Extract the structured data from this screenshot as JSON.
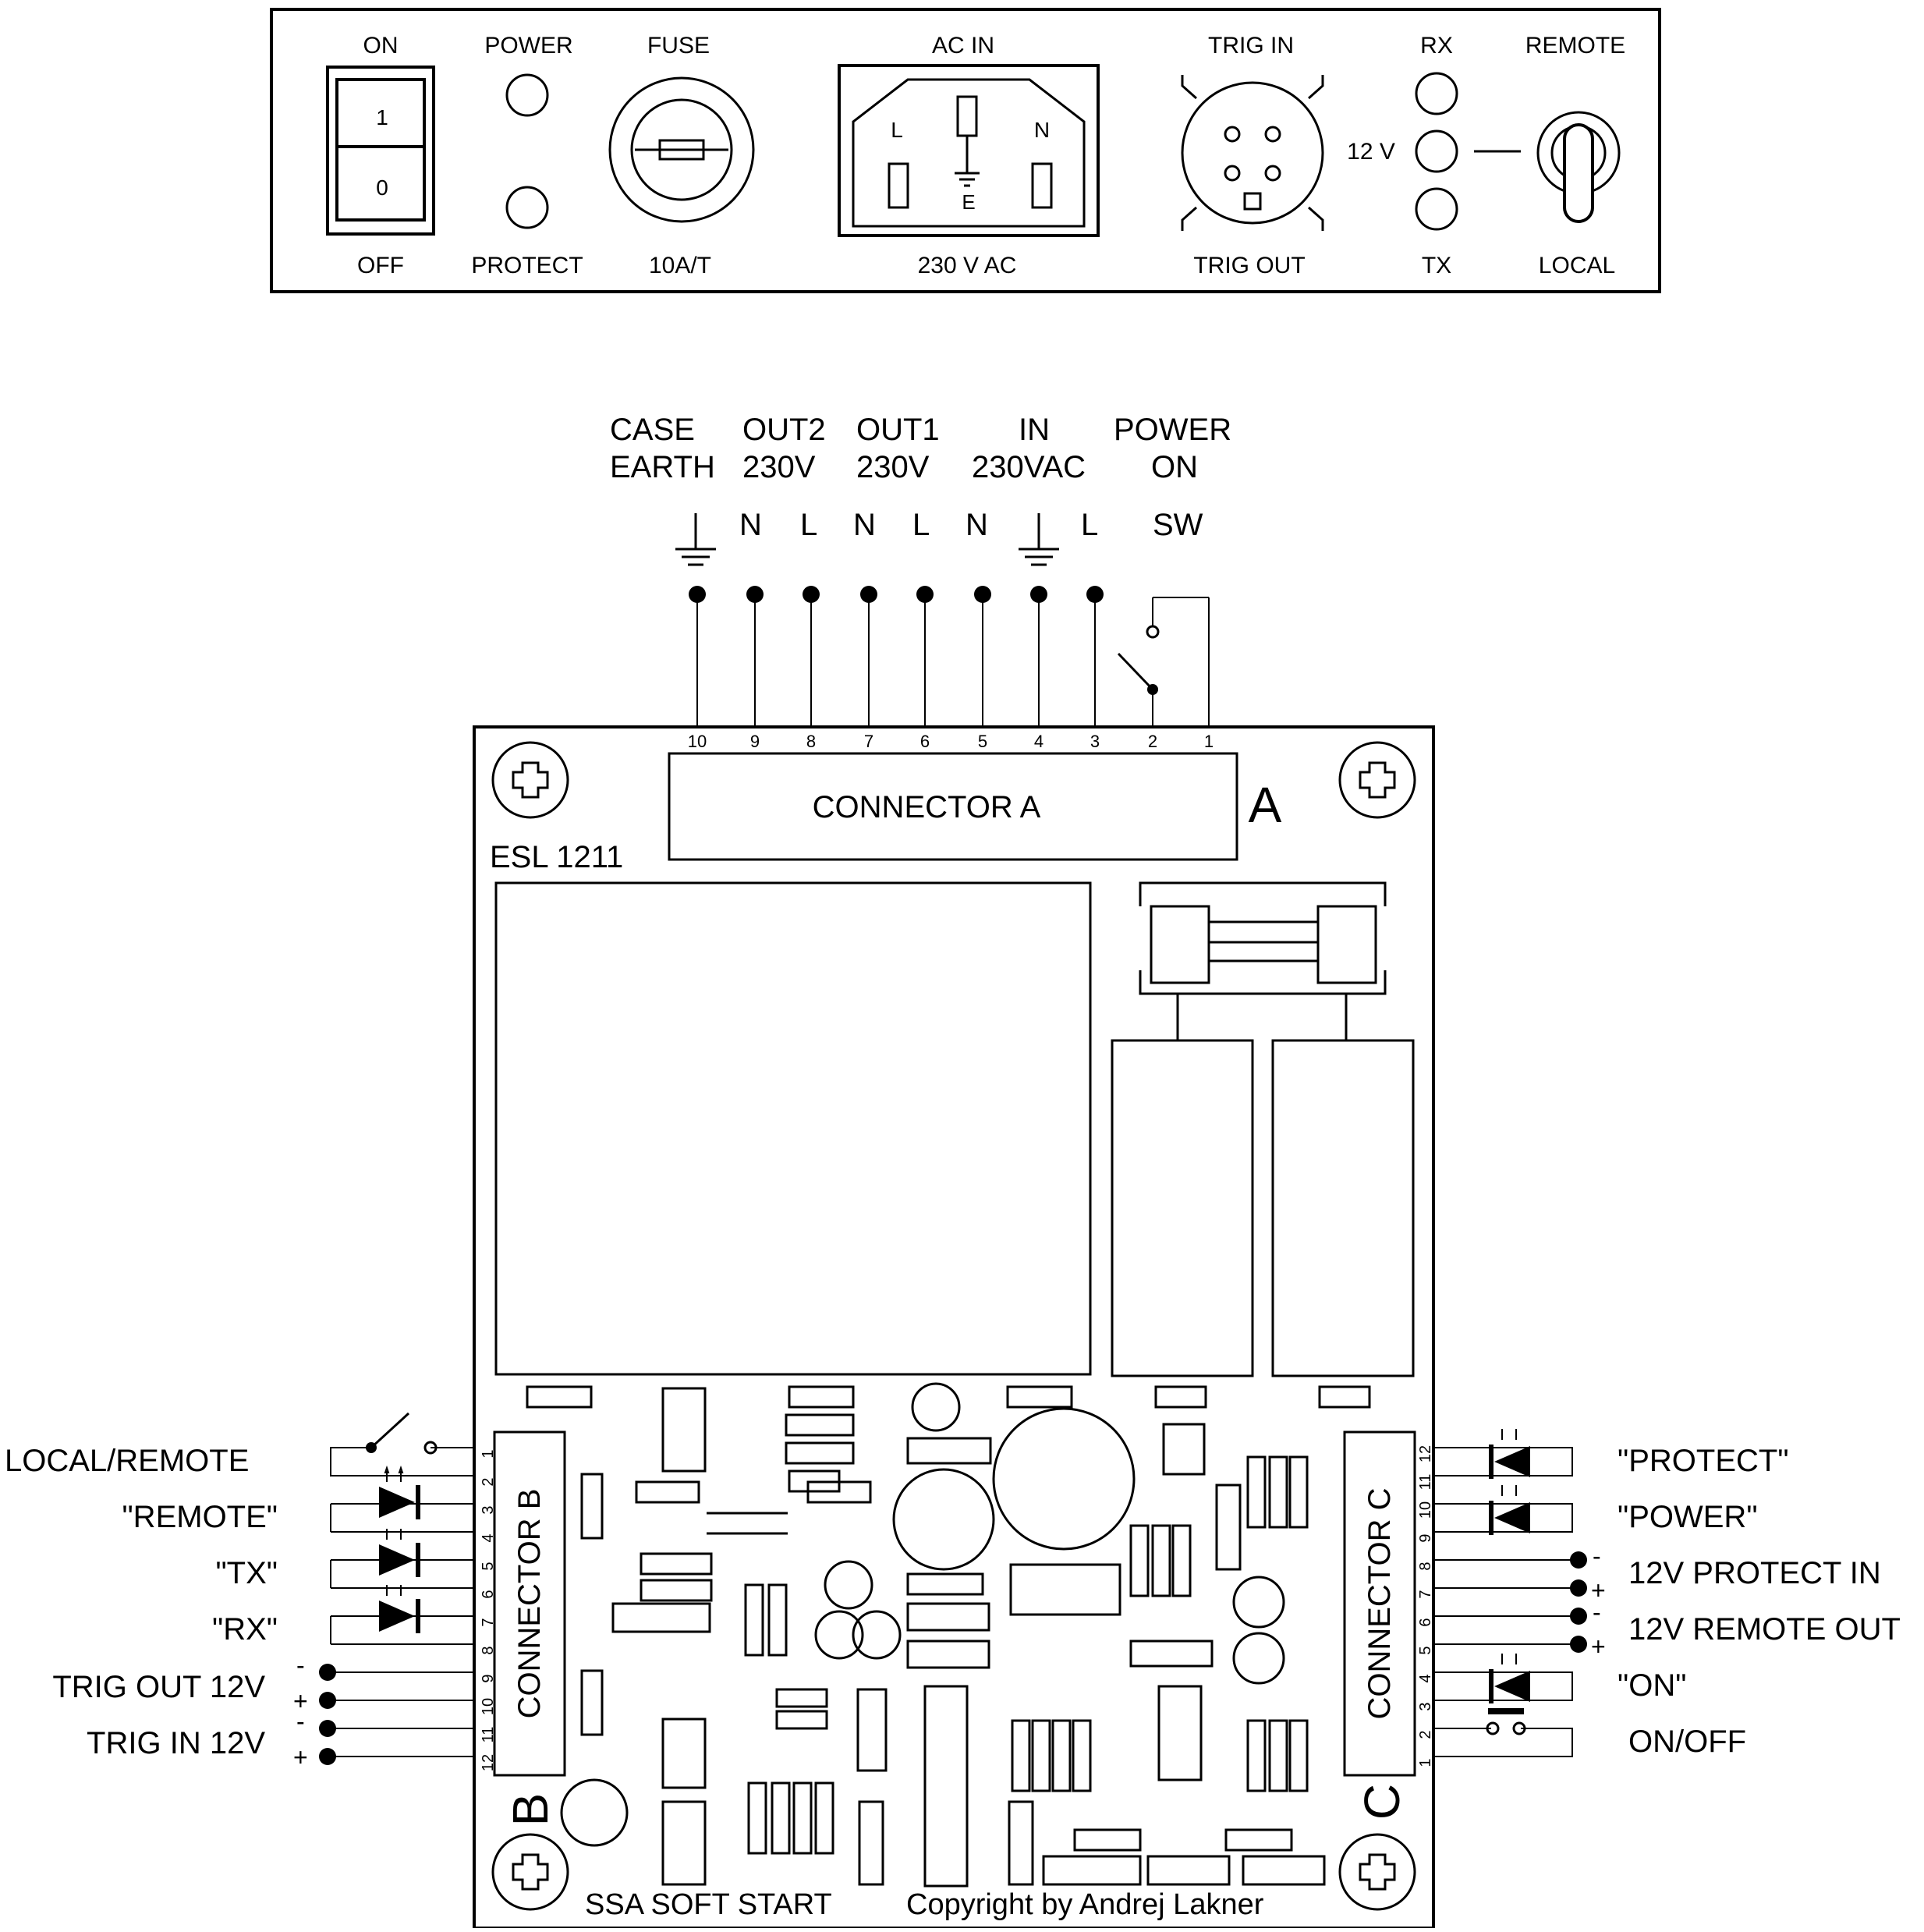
{
  "panel": {
    "switch_on": "ON",
    "switch_off": "OFF",
    "switch_1": "1",
    "switch_0": "0",
    "power": "POWER",
    "protect": "PROTECT",
    "fuse": "FUSE",
    "fuse_rating": "10A/T",
    "ac_in": "AC IN",
    "ac_voltage": "230 V AC",
    "ac_l": "L",
    "ac_n": "N",
    "ac_e": "E",
    "trig_in": "TRIG IN",
    "trig_out": "TRIG OUT",
    "rx": "RX",
    "tx": "TX",
    "v12": "12 V",
    "remote": "REMOTE",
    "local": "LOCAL"
  },
  "top_terminals": {
    "case_1": "CASE",
    "case_2": "EARTH",
    "out2_1": "OUT2",
    "out2_2": "230V",
    "out1_1": "OUT1",
    "out1_2": "230V",
    "in_1": "IN",
    "in_2": "230VAC",
    "pwr_1": "POWER",
    "pwr_2": "ON",
    "n1": "N",
    "l1": "L",
    "n2": "N",
    "l2": "L",
    "n3": "N",
    "l3": "L",
    "sw": "SW",
    "pins": [
      "10",
      "9",
      "8",
      "7",
      "6",
      "5",
      "4",
      "3",
      "2",
      "1"
    ]
  },
  "board": {
    "connector_a": "CONNECTOR A",
    "letter_a": "A",
    "model": "ESL 1211",
    "connector_b": "CONNECTOR B",
    "letter_b": "B",
    "connector_c": "CONNECTOR C",
    "letter_c": "C",
    "footer_left": "SSA SOFT START",
    "footer_right": "Copyright by Andrej Lakner",
    "pins_b": [
      "1",
      "2",
      "3",
      "4",
      "5",
      "6",
      "7",
      "8",
      "9",
      "10",
      "11",
      "12"
    ],
    "pins_c": [
      "12",
      "11",
      "10",
      "9",
      "8",
      "7",
      "6",
      "5",
      "4",
      "3",
      "2",
      "1"
    ]
  },
  "left_labels": {
    "local_remote": "LOCAL/REMOTE",
    "remote": "\"REMOTE\"",
    "tx": "\"TX\"",
    "rx": "\"RX\"",
    "trig_out": "TRIG OUT 12V",
    "trig_in": "TRIG IN 12V",
    "minus": "-",
    "plus": "+"
  },
  "right_labels": {
    "protect": "\"PROTECT\"",
    "power": "\"POWER\"",
    "protect_in": "12V PROTECT IN",
    "remote_out": "12V REMOTE OUT",
    "on": "\"ON\"",
    "on_off": "ON/OFF",
    "minus": "-",
    "plus": "+"
  }
}
